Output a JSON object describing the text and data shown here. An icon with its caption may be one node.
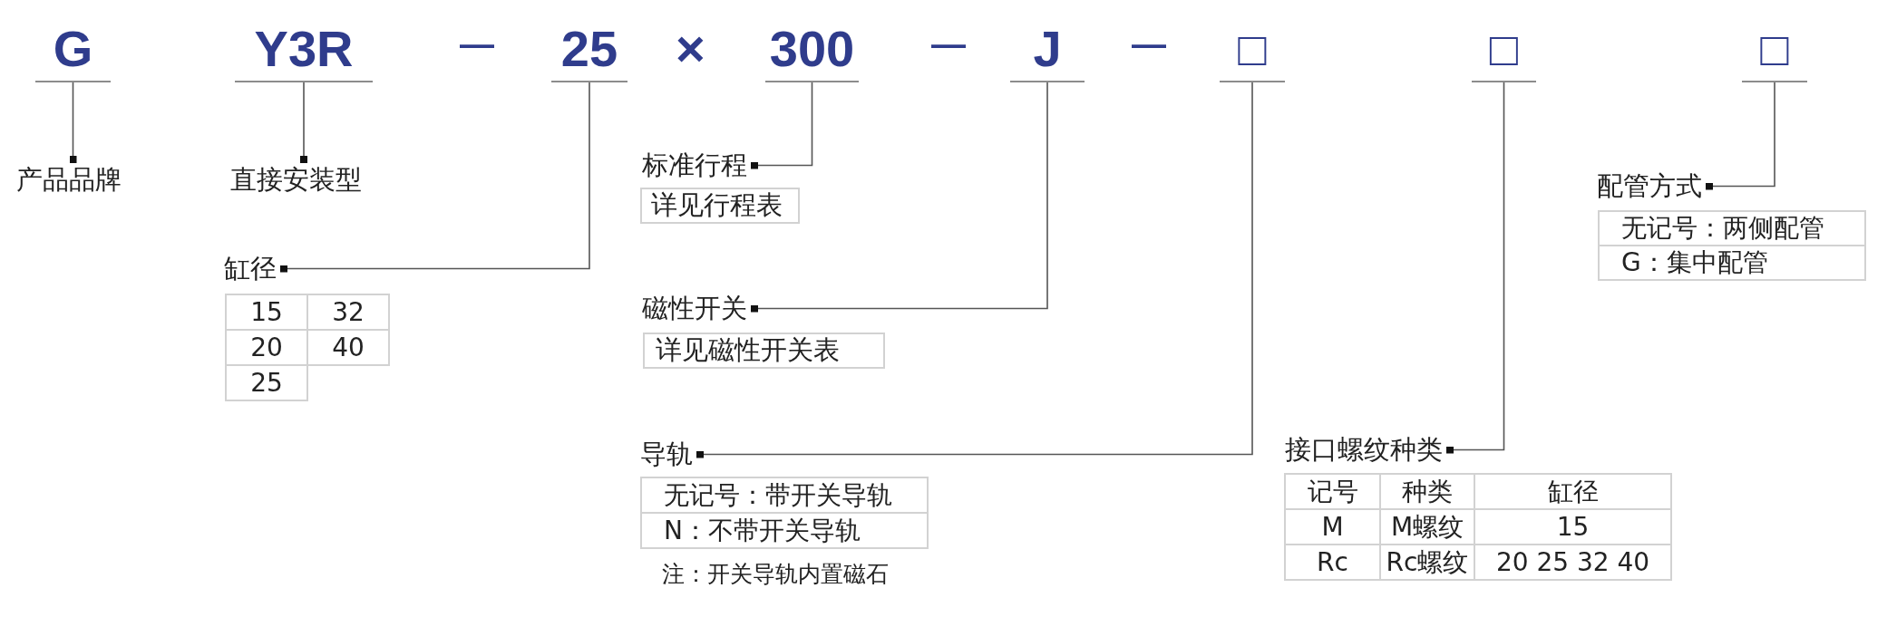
{
  "diagram": {
    "nodes": [
      {
        "text": [
          "G"
        ]
      },
      {
        "text": [
          "Y3R"
        ]
      },
      {
        "text": [
          "25"
        ]
      },
      {
        "text": [
          "300"
        ]
      },
      {
        "text": [
          "J"
        ]
      },
      {
        "text": [
          "□"
        ]
      },
      {
        "text": [
          "□"
        ]
      },
      {
        "text": [
          "□"
        ]
      },
      {
        "text": [
          "产品品牌"
        ]
      },
      {
        "text": [
          "直接安装型"
        ]
      },
      {
        "text": [
          "缸径"
        ]
      },
      {
        "text": [
          "标准行程"
        ]
      },
      {
        "text": [
          "详见行程表"
        ]
      },
      {
        "text": [
          "磁性开关"
        ]
      },
      {
        "text": [
          "详见磁性开关表"
        ]
      },
      {
        "text": [
          "导轨"
        ]
      },
      {
        "text": [
          "接口螺纹种类"
        ]
      },
      {
        "text": [
          "配管方式"
        ]
      }
    ],
    "edges": [
      {
        "from": 0,
        "to": 8,
        "arrow": "other"
      },
      {
        "from": 1,
        "to": 9,
        "arrow": "other"
      },
      {
        "from": 2,
        "to": 10,
        "arrow": "other"
      },
      {
        "from": 3,
        "to": 11,
        "arrow": "other"
      },
      {
        "from": 4,
        "to": 13,
        "arrow": "other"
      },
      {
        "from": 5,
        "to": 15,
        "arrow": "other"
      },
      {
        "from": 6,
        "to": 16,
        "arrow": "other"
      },
      {
        "from": 7,
        "to": 17,
        "arrow": "other"
      }
    ],
    "labels": [
      "—",
      "×",
      "—",
      "—",
      "15",
      "32",
      "20",
      "40",
      "25",
      "无记号：带开关导轨",
      "N：不带开关导轨",
      "注：开关导轨内置磁石",
      "记号",
      "种类",
      "缸径",
      "M",
      "M螺纹",
      "15",
      "Rc",
      "Rc螺纹",
      "20 25 32 40",
      "无记号：两侧配管",
      "G：集中配管"
    ]
  }
}
